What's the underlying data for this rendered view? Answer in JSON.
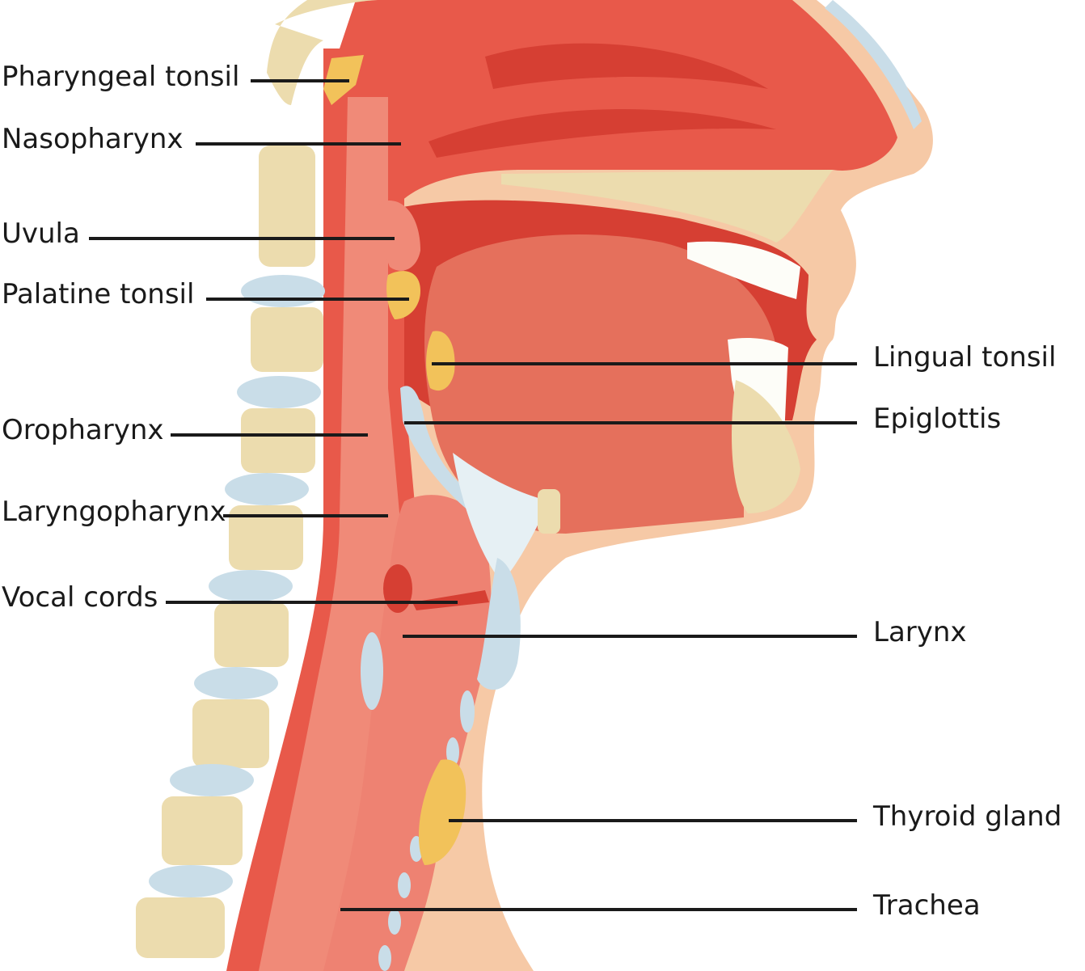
{
  "labels_left": [
    {
      "id": "pharyngeal-tonsil",
      "text": "Pharyngeal tonsil"
    },
    {
      "id": "nasopharynx",
      "text": "Nasopharynx"
    },
    {
      "id": "uvula",
      "text": "Uvula"
    },
    {
      "id": "palatine-tonsil",
      "text": "Palatine tonsil"
    },
    {
      "id": "oropharynx",
      "text": "Oropharynx"
    },
    {
      "id": "laryngopharynx",
      "text": "Laryngopharynx"
    },
    {
      "id": "vocal-cords",
      "text": "Vocal cords"
    }
  ],
  "labels_right": [
    {
      "id": "lingual-tonsil",
      "text": "Lingual tonsil"
    },
    {
      "id": "epiglottis",
      "text": "Epiglottis"
    },
    {
      "id": "larynx",
      "text": "Larynx"
    },
    {
      "id": "thyroid-gland",
      "text": "Thyroid gland"
    },
    {
      "id": "trachea",
      "text": "Trachea"
    }
  ],
  "colors": {
    "skin": "#f6c9a6",
    "muscle": "#e8594a",
    "muscle_dark": "#d63f33",
    "muscle_light": "#f08a78",
    "bone": "#ecdcae",
    "cartilage": "#c9dde8",
    "gland": "#f2c25a",
    "leader_line": "#1a1a1a"
  }
}
